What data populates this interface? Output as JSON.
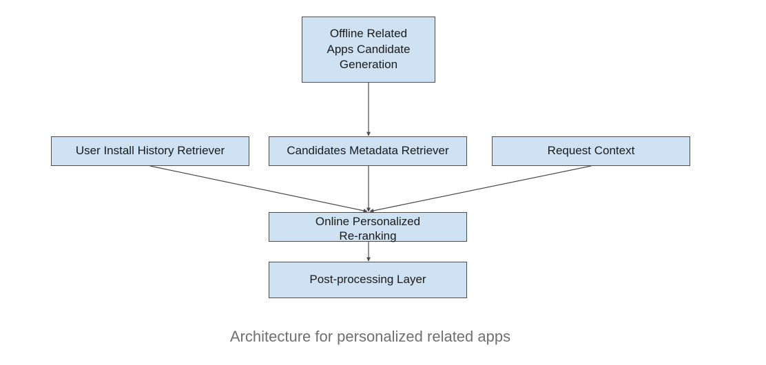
{
  "diagram": {
    "nodes": {
      "offline": "Offline Related\nApps Candidate\nGeneration",
      "user_history": "User Install History Retriever",
      "candidates_metadata": "Candidates Metadata Retriever",
      "request_context": "Request Context",
      "online_reranking": "Online Personalized\nRe-ranking",
      "post_processing": "Post-processing Layer"
    },
    "edges": [
      {
        "from": "offline",
        "to": "candidates_metadata"
      },
      {
        "from": "user_history",
        "to": "online_reranking"
      },
      {
        "from": "candidates_metadata",
        "to": "online_reranking"
      },
      {
        "from": "request_context",
        "to": "online_reranking"
      },
      {
        "from": "online_reranking",
        "to": "post_processing"
      }
    ],
    "colors": {
      "box_fill": "#cfe2f3",
      "box_border": "#4a4a4a",
      "edge": "#4a4a4a",
      "caption": "#6f6f6f"
    }
  },
  "caption": "Architecture for personalized related apps"
}
